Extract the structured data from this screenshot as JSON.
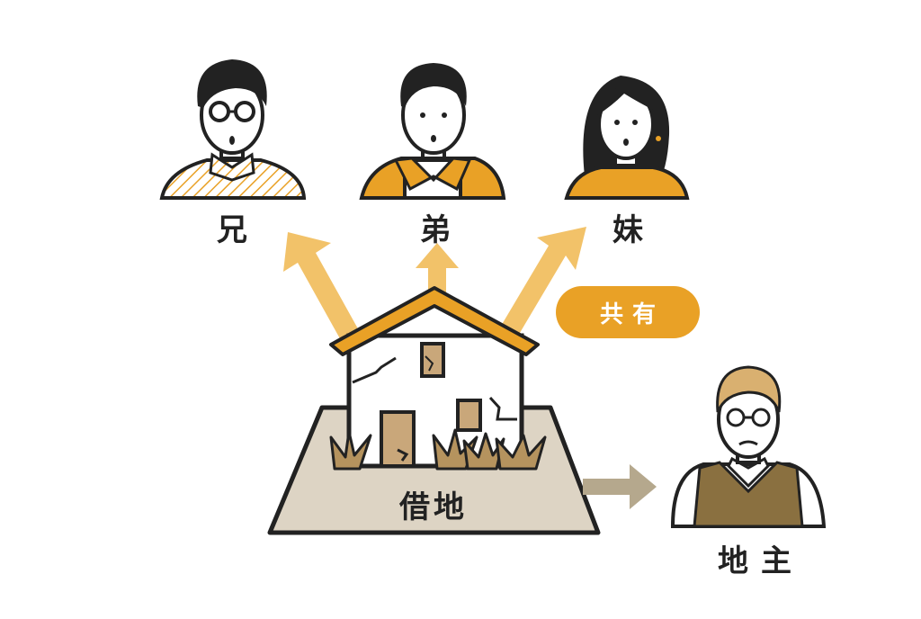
{
  "people": [
    {
      "label": "兄"
    },
    {
      "label": "弟"
    },
    {
      "label": "妹"
    }
  ],
  "badge": {
    "text": "共有"
  },
  "land": {
    "label": "借地"
  },
  "landlord": {
    "label": "地主"
  },
  "colors": {
    "accent": "#e9a126",
    "arrow": "#f2c269",
    "land": "#ddd4c4",
    "landArrow": "#b5a88d",
    "door": "#c9a77a",
    "grass": "#b5935e",
    "vest": "#8a7040",
    "hair": "#d9b070",
    "outline": "#222222"
  }
}
